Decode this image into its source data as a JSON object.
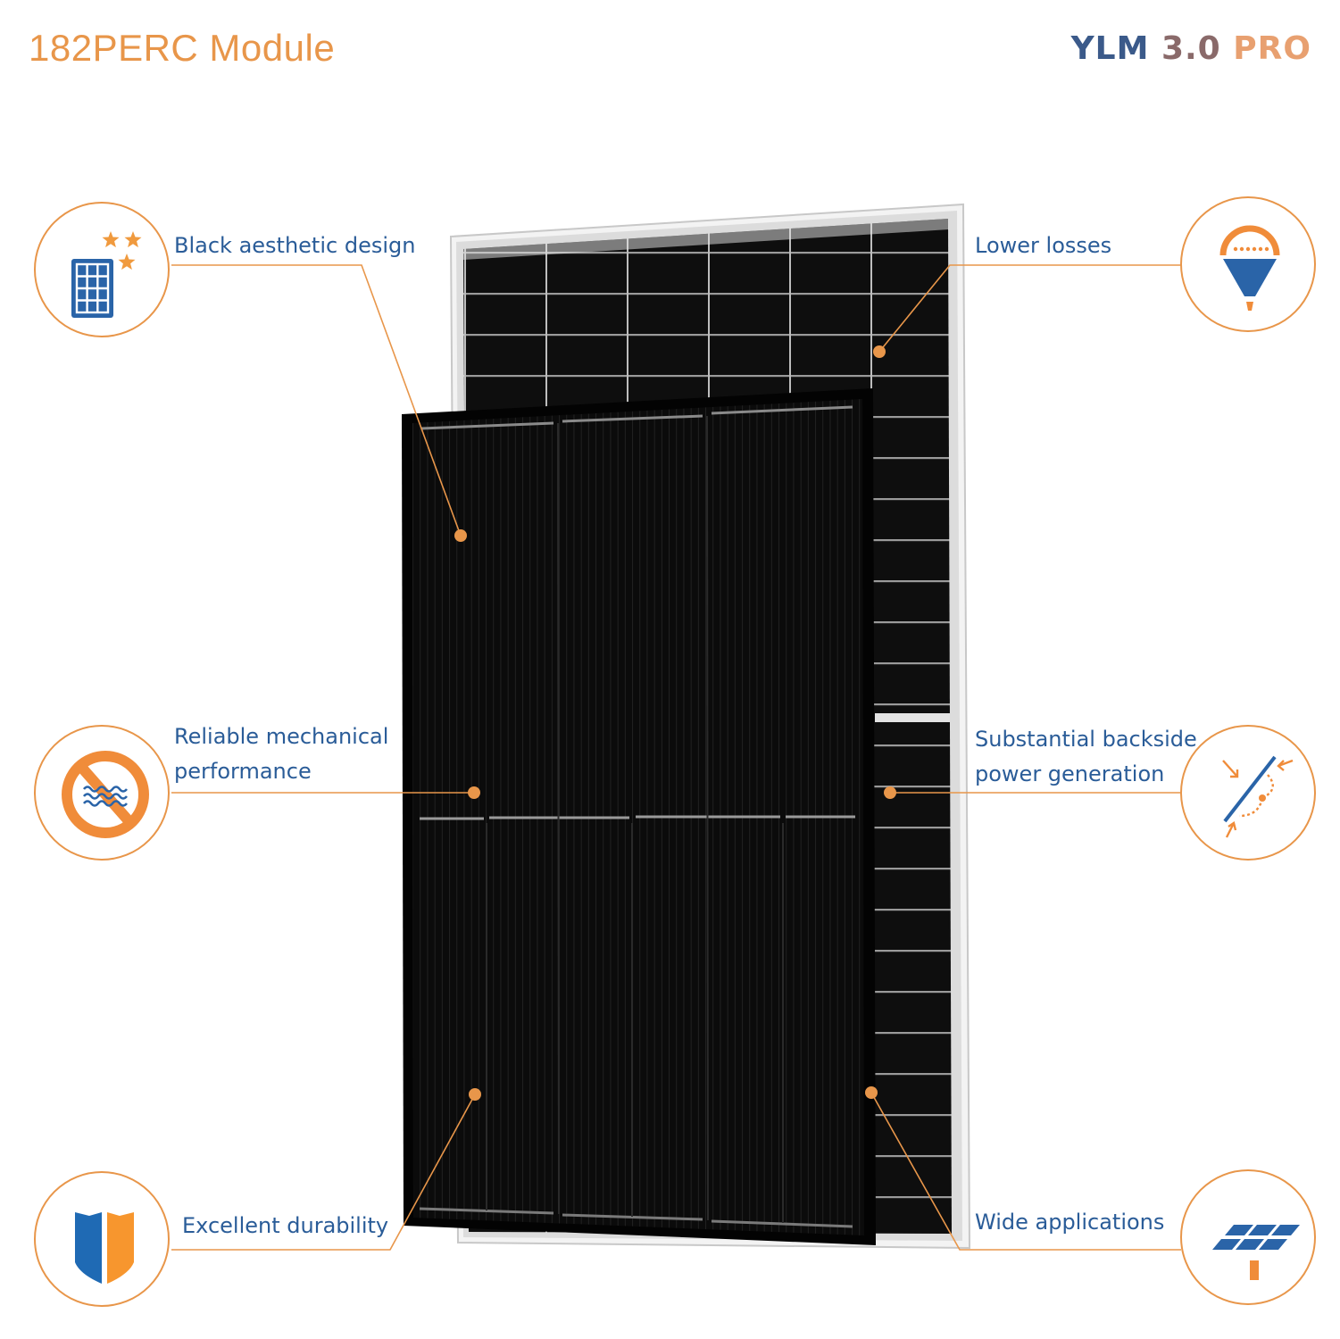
{
  "header": {
    "title": "182PERC Module",
    "brand_part1": "YLM",
    "brand_part2": "3.0",
    "brand_part3": "PRO"
  },
  "features": {
    "black_aesthetic": "Black aesthetic design",
    "mechanical_line1": "Reliable mechanical",
    "mechanical_line2": "performance",
    "durability": "Excellent durability",
    "lower_losses": "Lower losses",
    "backside_line1": "Substantial backside",
    "backside_line2": "power generation",
    "wide_applications": "Wide applications"
  },
  "icons": {
    "black_aesthetic": "solar-panel-stars-icon",
    "mechanical": "no-water-icon",
    "durability": "shield-icon",
    "lower_losses": "funnel-icon",
    "backside": "bifacial-light-icon",
    "wide_applications": "solar-array-icon"
  },
  "colors": {
    "accent": "#e8964a",
    "text_blue": "#2a5c98",
    "icon_blue": "#1f6ab4",
    "panel_black": "#0c0c0c",
    "frame_silver": "#d6d6d6"
  }
}
